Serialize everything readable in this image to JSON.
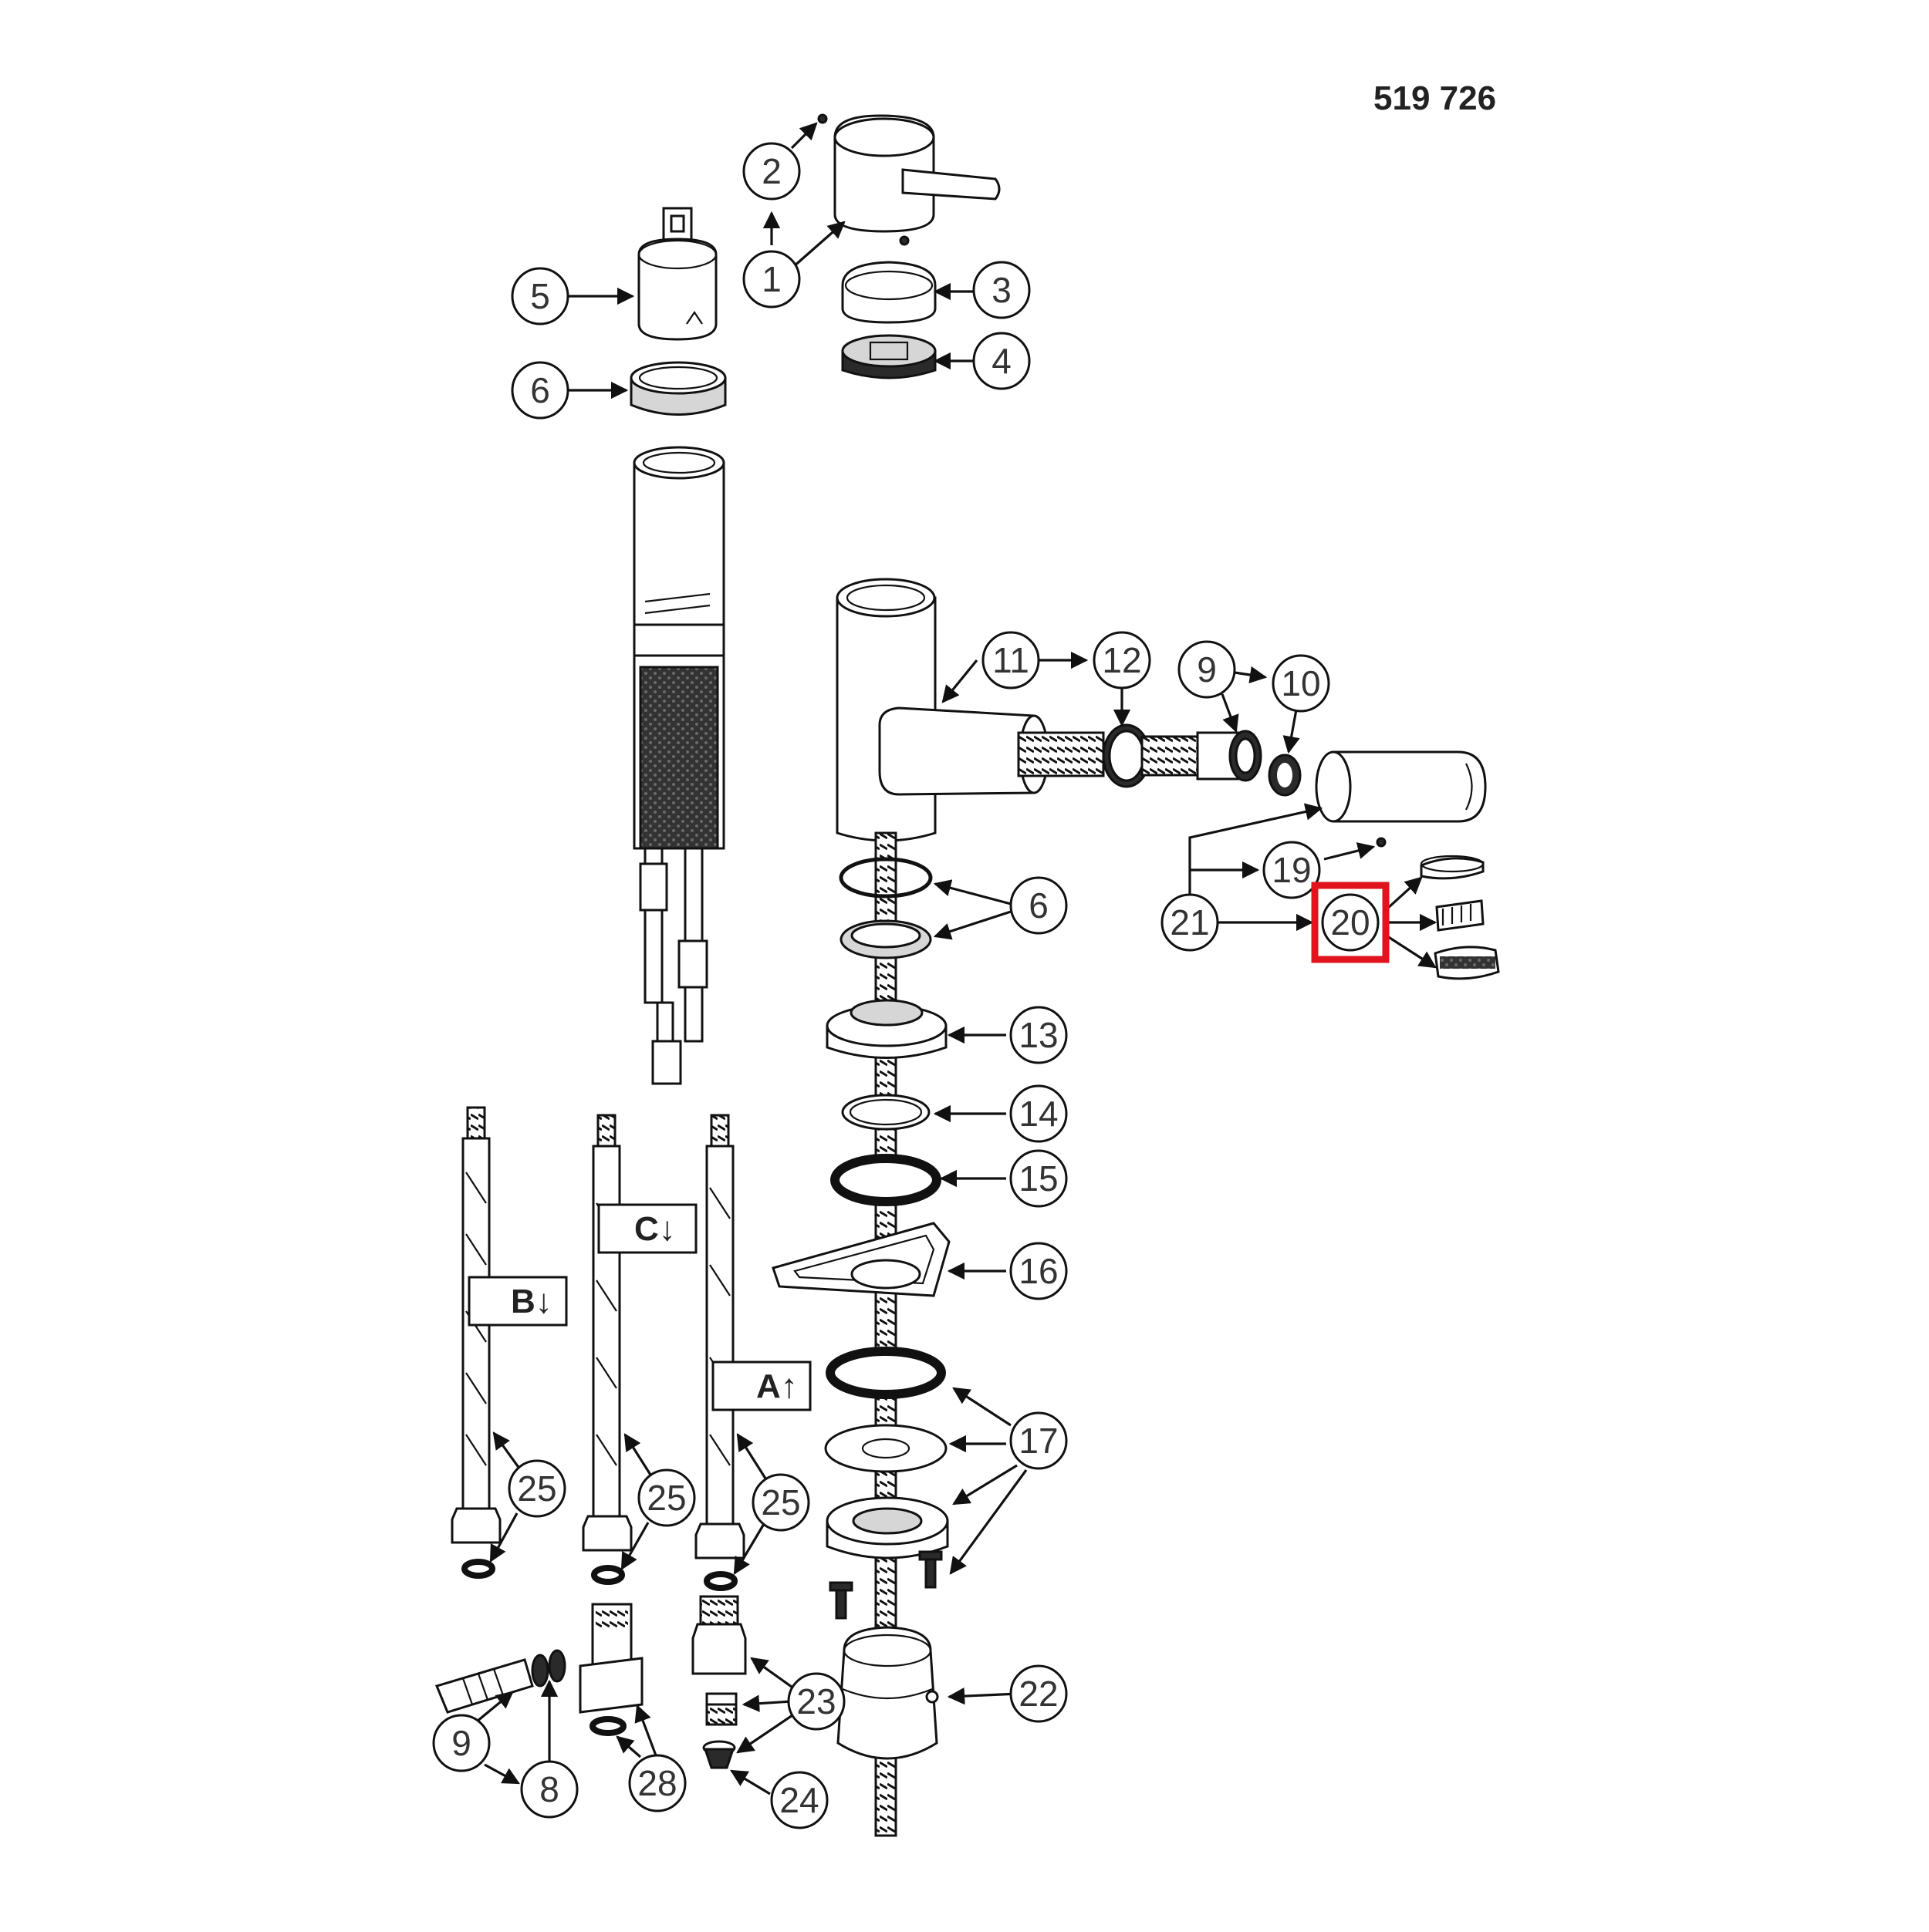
{
  "document_code": "519 726",
  "part_numbers": {
    "p1": "1",
    "p2": "2",
    "p3": "3",
    "p4": "4",
    "p5": "5",
    "p6_top": "6",
    "p6_stem": "6",
    "p9_top": "9",
    "p10": "10",
    "p11": "11",
    "p12": "12",
    "p13": "13",
    "p14": "14",
    "p15": "15",
    "p16": "16",
    "p17": "17",
    "p19": "19",
    "p20": "20",
    "p21": "21",
    "p22": "22",
    "p23": "23",
    "p24": "24",
    "p25_b": "25",
    "p25_c": "25",
    "p25_a": "25",
    "p9_bottom": "9",
    "p8": "8",
    "p28": "28"
  },
  "hose_tags": {
    "b": "B↓",
    "c": "C↓",
    "a": "A↑"
  },
  "highlight": {
    "color": "#e0141c",
    "target_part": "20"
  },
  "colors": {
    "line": "#111111",
    "label_text": "#333333",
    "rubber": "#2a2a2a"
  }
}
